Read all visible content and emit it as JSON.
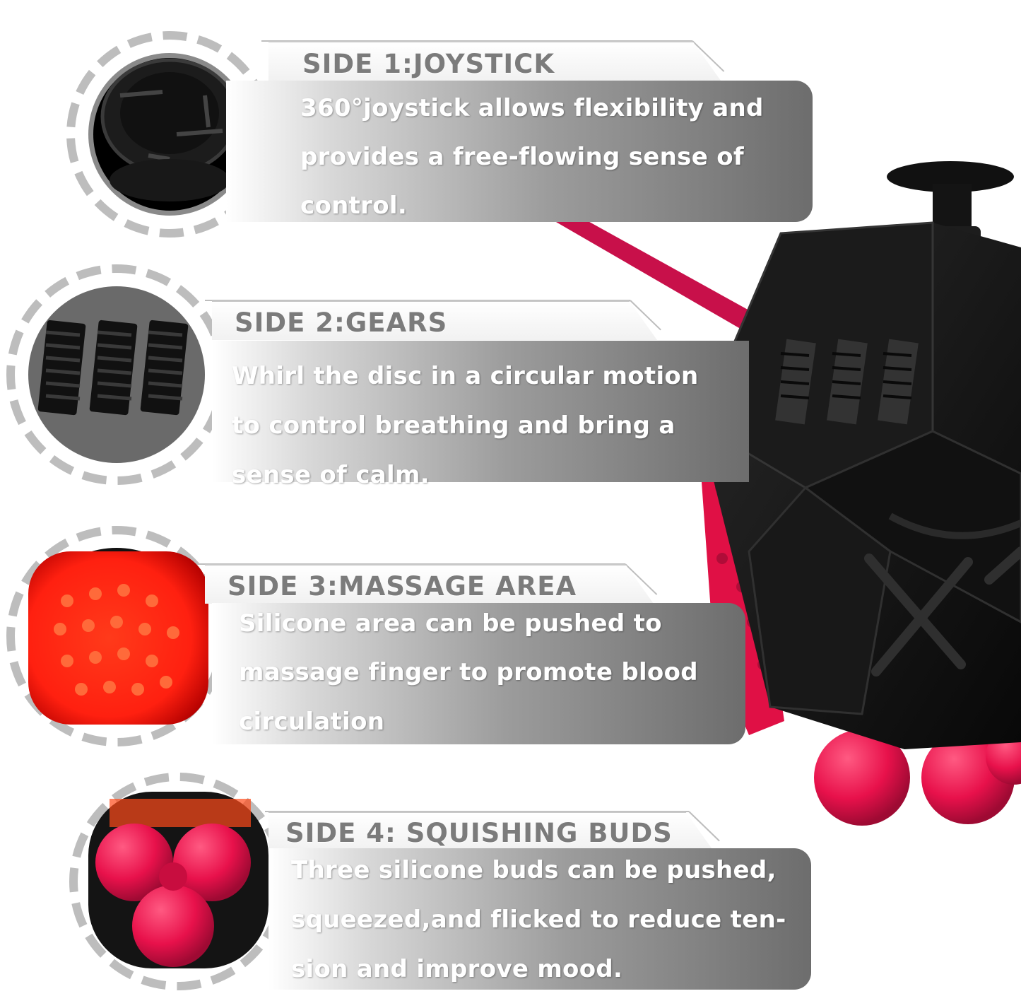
{
  "colors": {
    "accent": "#e8114b",
    "product_body": "#141414",
    "panel_dark": "#6d6d6d",
    "title_text": "#7b7b7b"
  },
  "features": [
    {
      "title": "SIDE 1:JOYSTICK",
      "lines": [
        "360°joystick allows flexibility and",
        "provides a free-flowing sense of",
        "control."
      ],
      "icon": "joystick-icon"
    },
    {
      "title": "SIDE 2:GEARS",
      "lines": [
        "Whirl the disc in a circular motion",
        "to control breathing and bring a",
        "sense of calm."
      ],
      "icon": "gears-icon"
    },
    {
      "title": "SIDE 3:MASSAGE AREA",
      "lines": [
        "Silicone area can be pushed to",
        "massage finger to promote blood",
        "circulation"
      ],
      "icon": "massage-area-icon"
    },
    {
      "title": "SIDE 4: SQUISHING BUDS",
      "lines": [
        "Three silicone buds can be pushed,",
        "squeezed,and flicked to reduce ten-",
        "sion and improve mood."
      ],
      "icon": "squishing-buds-icon"
    }
  ]
}
